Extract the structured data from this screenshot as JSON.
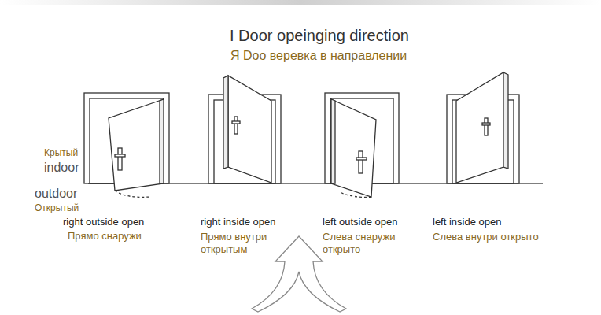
{
  "diagram": {
    "title": "I Door opeinging direction",
    "labels": [
      "Я Doo веревка в направлении",
      "Крытый",
      "indoor",
      "outdoor",
      "Открытый",
      "right outside open",
      "Прямо снаружи",
      "right inside open",
      "Прямо внутри открытым",
      "left outside open",
      "Слева снаружи открыто",
      "left inside open",
      "Слева внутри открыто"
    ]
  }
}
